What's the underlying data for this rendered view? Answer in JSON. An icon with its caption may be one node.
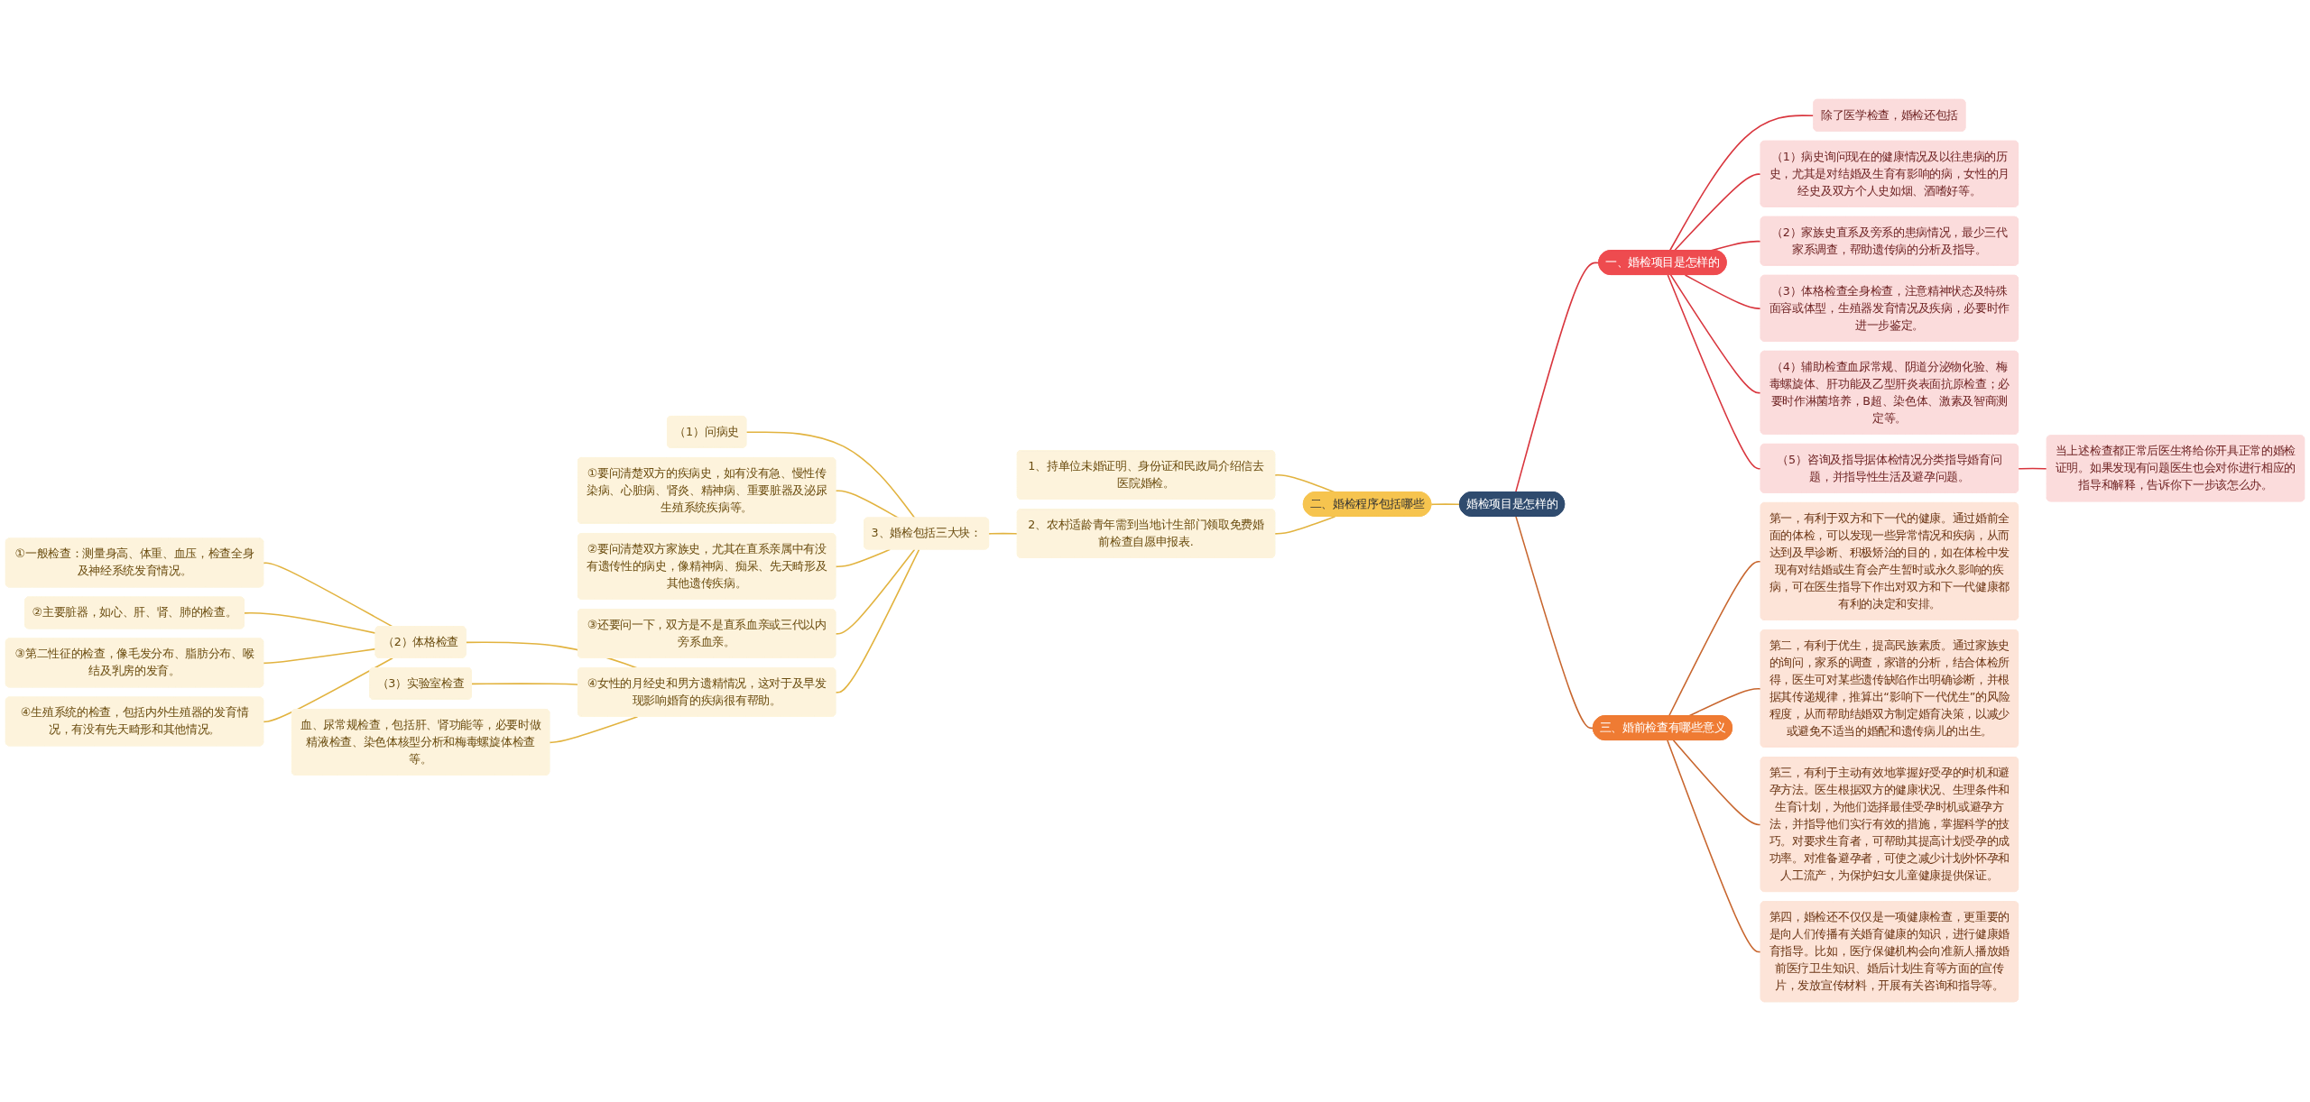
{
  "diagram": {
    "nodes": [
      {
        "text": [
          "婚检项目是怎样的"
        ]
      },
      {
        "text": [
          "一、婚检项目是怎样的"
        ]
      },
      {
        "text": [
          "除了医学检查，婚检还包括"
        ]
      },
      {
        "text": [
          "（1）病史询问现在的健康情况及以往患病的历史，尤其是对结婚及生育有影响的病，女性的月经史及双方个人史如烟、酒嗜好等。"
        ]
      },
      {
        "text": [
          "（2）家族史直系及旁系的患病情况，最少三代家系调查，帮助遗传病的分析及指导。"
        ]
      },
      {
        "text": [
          "（3）体格检查全身检查，注意精神状态及特殊面容或体型，生殖器发育情况及疾病，必要时作进一步鉴定。"
        ]
      },
      {
        "text": [
          "（4）辅助检查血尿常规、阴道分泌物化验、梅毒螺旋体、肝功能及乙型肝炎表面抗原检查；必要时作淋菌培养，B超、染色体、激素及智商测定等。"
        ]
      },
      {
        "text": [
          "（5）咨询及指导据体检情况分类指导婚育问题，并指导性生活及避孕问题。"
        ]
      },
      {
        "text": [
          "当上述检查都正常后医生将给你开具正常的婚检证明。如果发现有问题医生也会对你进行相应的指导和解释，告诉你下一步该怎么办。"
        ]
      },
      {
        "text": [
          "三、婚前检查有哪些意义"
        ]
      },
      {
        "text": [
          "第一，有利于双方和下一代的健康。通过婚前全面的体检，可以发现一些异常情况和疾病，从而达到及早诊断、积极矫治的目的，如在体检中发现有对结婚或生育会产生暂时或永久影响的疾病，可在医生指导下作出对双方和下一代健康都有利的决定和安排。"
        ]
      },
      {
        "text": [
          "第二，有利于优生，提高民族素质。通过家族史的询问，家系的调查，家谱的分析，结合体检所得，医生可对某些遗传缺陷作出明确诊断，并根据其传递规律，推算出“影响下一代优生”的风险程度，从而帮助结婚双方制定婚育决策，以减少或避免不适当的婚配和遗传病儿的出生。"
        ]
      },
      {
        "text": [
          "第三，有利于主动有效地掌握好受孕的时机和避孕方法。医生根据双方的健康状况、生理条件和生育计划，为他们选择最佳受孕时机或避孕方法，并指导他们实行有效的措施，掌握科学的技巧。对要求生育者，可帮助其提高计划受孕的成功率。对准备避孕者，可使之减少计划外怀孕和人工流产，为保护妇女儿童健康提供保证。"
        ]
      },
      {
        "text": [
          "第四，婚检还不仅仅是一项健康检查，更重要的是向人们传播有关婚育健康的知识，进行健康婚育指导。比如，医疗保健机构会向准新人播放婚前医疗卫生知识、婚后计划生育等方面的宣传片，发放宣传材料，开展有关咨询和指导等。"
        ]
      },
      {
        "text": [
          "二、婚检程序包括哪些"
        ]
      },
      {
        "text": [
          "1、持单位未婚证明、身份证和民政局介绍信去医院婚检。"
        ]
      },
      {
        "text": [
          "2、农村适龄青年需到当地计生部门领取免费婚前检查自愿申报表."
        ]
      },
      {
        "text": [
          "3、婚检包括三大块："
        ]
      },
      {
        "text": [
          "（1）问病史"
        ]
      },
      {
        "text": [
          "①要问清楚双方的疾病史，如有没有急、慢性传染病、心脏病、肾炎、精神病、重要脏器及泌尿生殖系统疾病等。"
        ]
      },
      {
        "text": [
          "②要问清楚双方家族史，尤其在直系亲属中有没有遗传性的病史，像精神病、痴呆、先天畸形及其他遗传疾病。"
        ]
      },
      {
        "text": [
          "③还要问一下，双方是不是直系血亲或三代以内旁系血亲。"
        ]
      },
      {
        "text": [
          "④女性的月经史和男方遗精情况，这对于及早发现影响婚育的疾病很有帮助。"
        ]
      },
      {
        "text": [
          "（2）体格检查"
        ]
      },
      {
        "text": [
          "①一般检查：测量身高、体重、血压，检查全身及神经系统发育情况。"
        ]
      },
      {
        "text": [
          "②主要脏器，如心、肝、肾、肺的检查。"
        ]
      },
      {
        "text": [
          "③第二性征的检查，像毛发分布、脂肪分布、喉结及乳房的发育。"
        ]
      },
      {
        "text": [
          "④生殖系统的检查，包括内外生殖器的发育情况，有没有先天畸形和其他情况。"
        ]
      },
      {
        "text": [
          "（3）实验室检查"
        ]
      },
      {
        "text": [
          "血、尿常规检查，包括肝、肾功能等，必要时做精液检查、染色体核型分析和梅毒螺旋体检查等。"
        ]
      }
    ],
    "edges": [
      {
        "from": 0,
        "to": 1,
        "arrow": "none",
        "color": "#d9363e"
      },
      {
        "from": 1,
        "to": 2,
        "arrow": "none",
        "color": "#d9363e"
      },
      {
        "from": 1,
        "to": 3,
        "arrow": "none",
        "color": "#d9363e"
      },
      {
        "from": 1,
        "to": 4,
        "arrow": "none",
        "color": "#d9363e"
      },
      {
        "from": 1,
        "to": 5,
        "arrow": "none",
        "color": "#d9363e"
      },
      {
        "from": 1,
        "to": 6,
        "arrow": "none",
        "color": "#d9363e"
      },
      {
        "from": 1,
        "to": 7,
        "arrow": "none",
        "color": "#d9363e"
      },
      {
        "from": 7,
        "to": 8,
        "arrow": "none",
        "color": "#d9363e"
      },
      {
        "from": 0,
        "to": 9,
        "arrow": "none",
        "color": "#c8662e"
      },
      {
        "from": 9,
        "to": 10,
        "arrow": "none",
        "color": "#c8662e"
      },
      {
        "from": 9,
        "to": 11,
        "arrow": "none",
        "color": "#c8662e"
      },
      {
        "from": 9,
        "to": 12,
        "arrow": "none",
        "color": "#c8662e"
      },
      {
        "from": 9,
        "to": 13,
        "arrow": "none",
        "color": "#c8662e"
      },
      {
        "from": 0,
        "to": 14,
        "arrow": "none"
      },
      {
        "from": 14,
        "to": 15,
        "arrow": "none"
      },
      {
        "from": 14,
        "to": 16,
        "arrow": "none"
      },
      {
        "from": 16,
        "to": 17,
        "arrow": "none"
      },
      {
        "from": 17,
        "to": 18,
        "arrow": "none"
      },
      {
        "from": 17,
        "to": 19,
        "arrow": "none"
      },
      {
        "from": 17,
        "to": 20,
        "arrow": "none"
      },
      {
        "from": 17,
        "to": 21,
        "arrow": "none"
      },
      {
        "from": 17,
        "to": 22,
        "arrow": "none"
      },
      {
        "from": 22,
        "to": 23,
        "arrow": "none"
      },
      {
        "from": 23,
        "to": 24,
        "arrow": "none"
      },
      {
        "from": 23,
        "to": 25,
        "arrow": "none"
      },
      {
        "from": 23,
        "to": 26,
        "arrow": "none"
      },
      {
        "from": 23,
        "to": 27,
        "arrow": "none"
      },
      {
        "from": 22,
        "to": 28,
        "arrow": "none"
      },
      {
        "from": 22,
        "to": 29,
        "arrow": "none"
      }
    ]
  }
}
